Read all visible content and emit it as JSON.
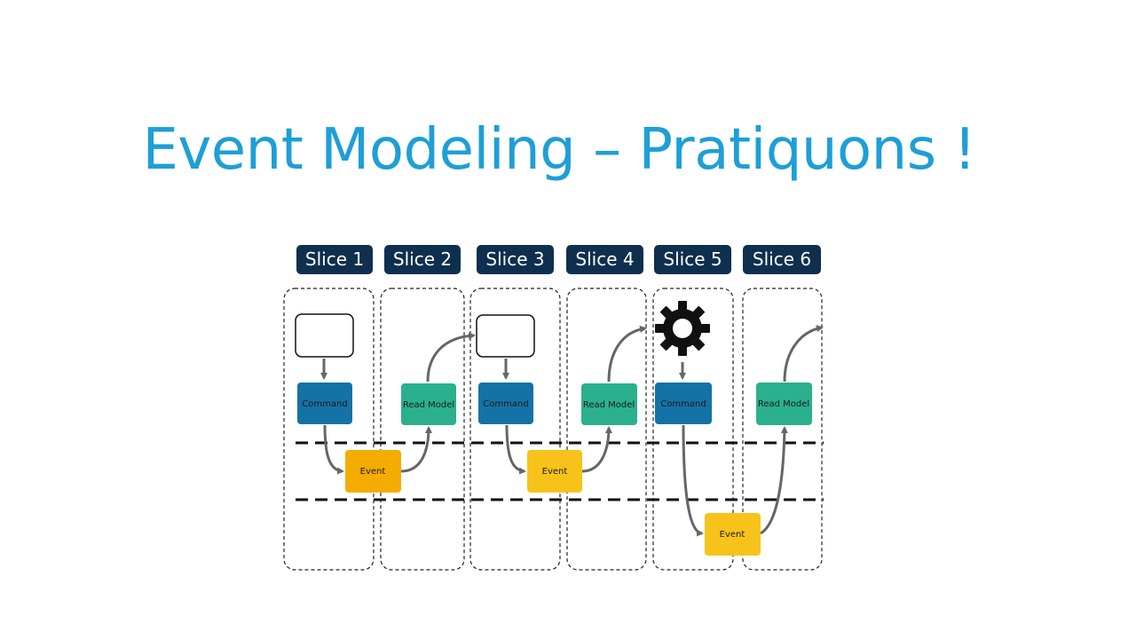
{
  "title": "Event Modeling – Pratiquons !",
  "slices": [
    "Slice 1",
    "Slice 2",
    "Slice 3",
    "Slice 4",
    "Slice 5",
    "Slice 6"
  ],
  "nodes": {
    "command": "Command",
    "read_model": "Read Model",
    "event": "Event"
  },
  "colors": {
    "title": "#1e9fd6",
    "slice_label_bg": "#0f2f4f",
    "command": "#1572a6",
    "read_model": "#2bb08e",
    "event_orange": "#f5ac00",
    "event_yellow": "#f7c31a",
    "arrow": "#666666"
  },
  "icons": [
    "gear-icon"
  ]
}
